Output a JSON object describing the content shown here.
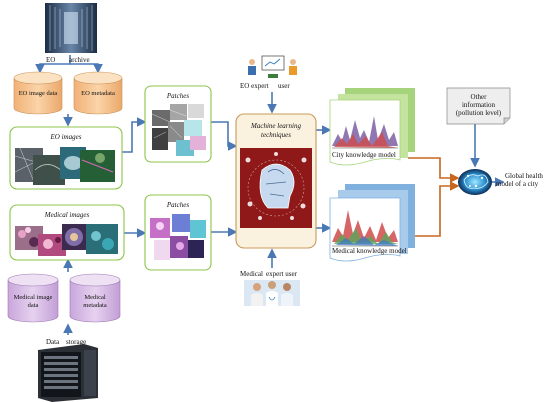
{
  "eo": {
    "archive_label_1": "EO",
    "archive_label_2": "archive",
    "image_data": "EO image data",
    "metadata": "EO metadata",
    "images_title": "EO images"
  },
  "medical": {
    "images_title": "Medical images",
    "image_data": "Medical image data",
    "metadata": "Medical metadata",
    "storage_label_1": "Data",
    "storage_label_2": "storage"
  },
  "patches": {
    "top_title": "Patches",
    "bottom_title": "Patches"
  },
  "experts": {
    "eo_label_1": "EO expert",
    "eo_label_2": "user",
    "medical_label_1": "Medical",
    "medical_label_2": "expert user"
  },
  "ml": {
    "title_line1": "Machine learning",
    "title_line2": "techniques"
  },
  "models": {
    "city_label": "City knowledge model",
    "medical_label": "Medical knowledge model",
    "other_info_1": "Other",
    "other_info_2": "information",
    "other_info_3": "(pollution level)",
    "global_1": "Global health",
    "global_2": "model of a city"
  },
  "colors": {
    "eo_cylinder": "#f5c28e",
    "medical_cylinder": "#d9bde6",
    "green_border": "#8cc44a",
    "ml_border": "#c89a5a",
    "ml_fill": "#fbf1df",
    "ml_panel": "#9a1b1b",
    "blue_arrow": "#4a78b5",
    "orange_arrow": "#c8661e",
    "city_panel": "#a6d47c",
    "medical_panel": "#7fb0de"
  },
  "icons": [
    "server-room-photo",
    "server-rack-icon",
    "brain-network-icon",
    "presentation-users-icon",
    "medical-team-icon"
  ]
}
